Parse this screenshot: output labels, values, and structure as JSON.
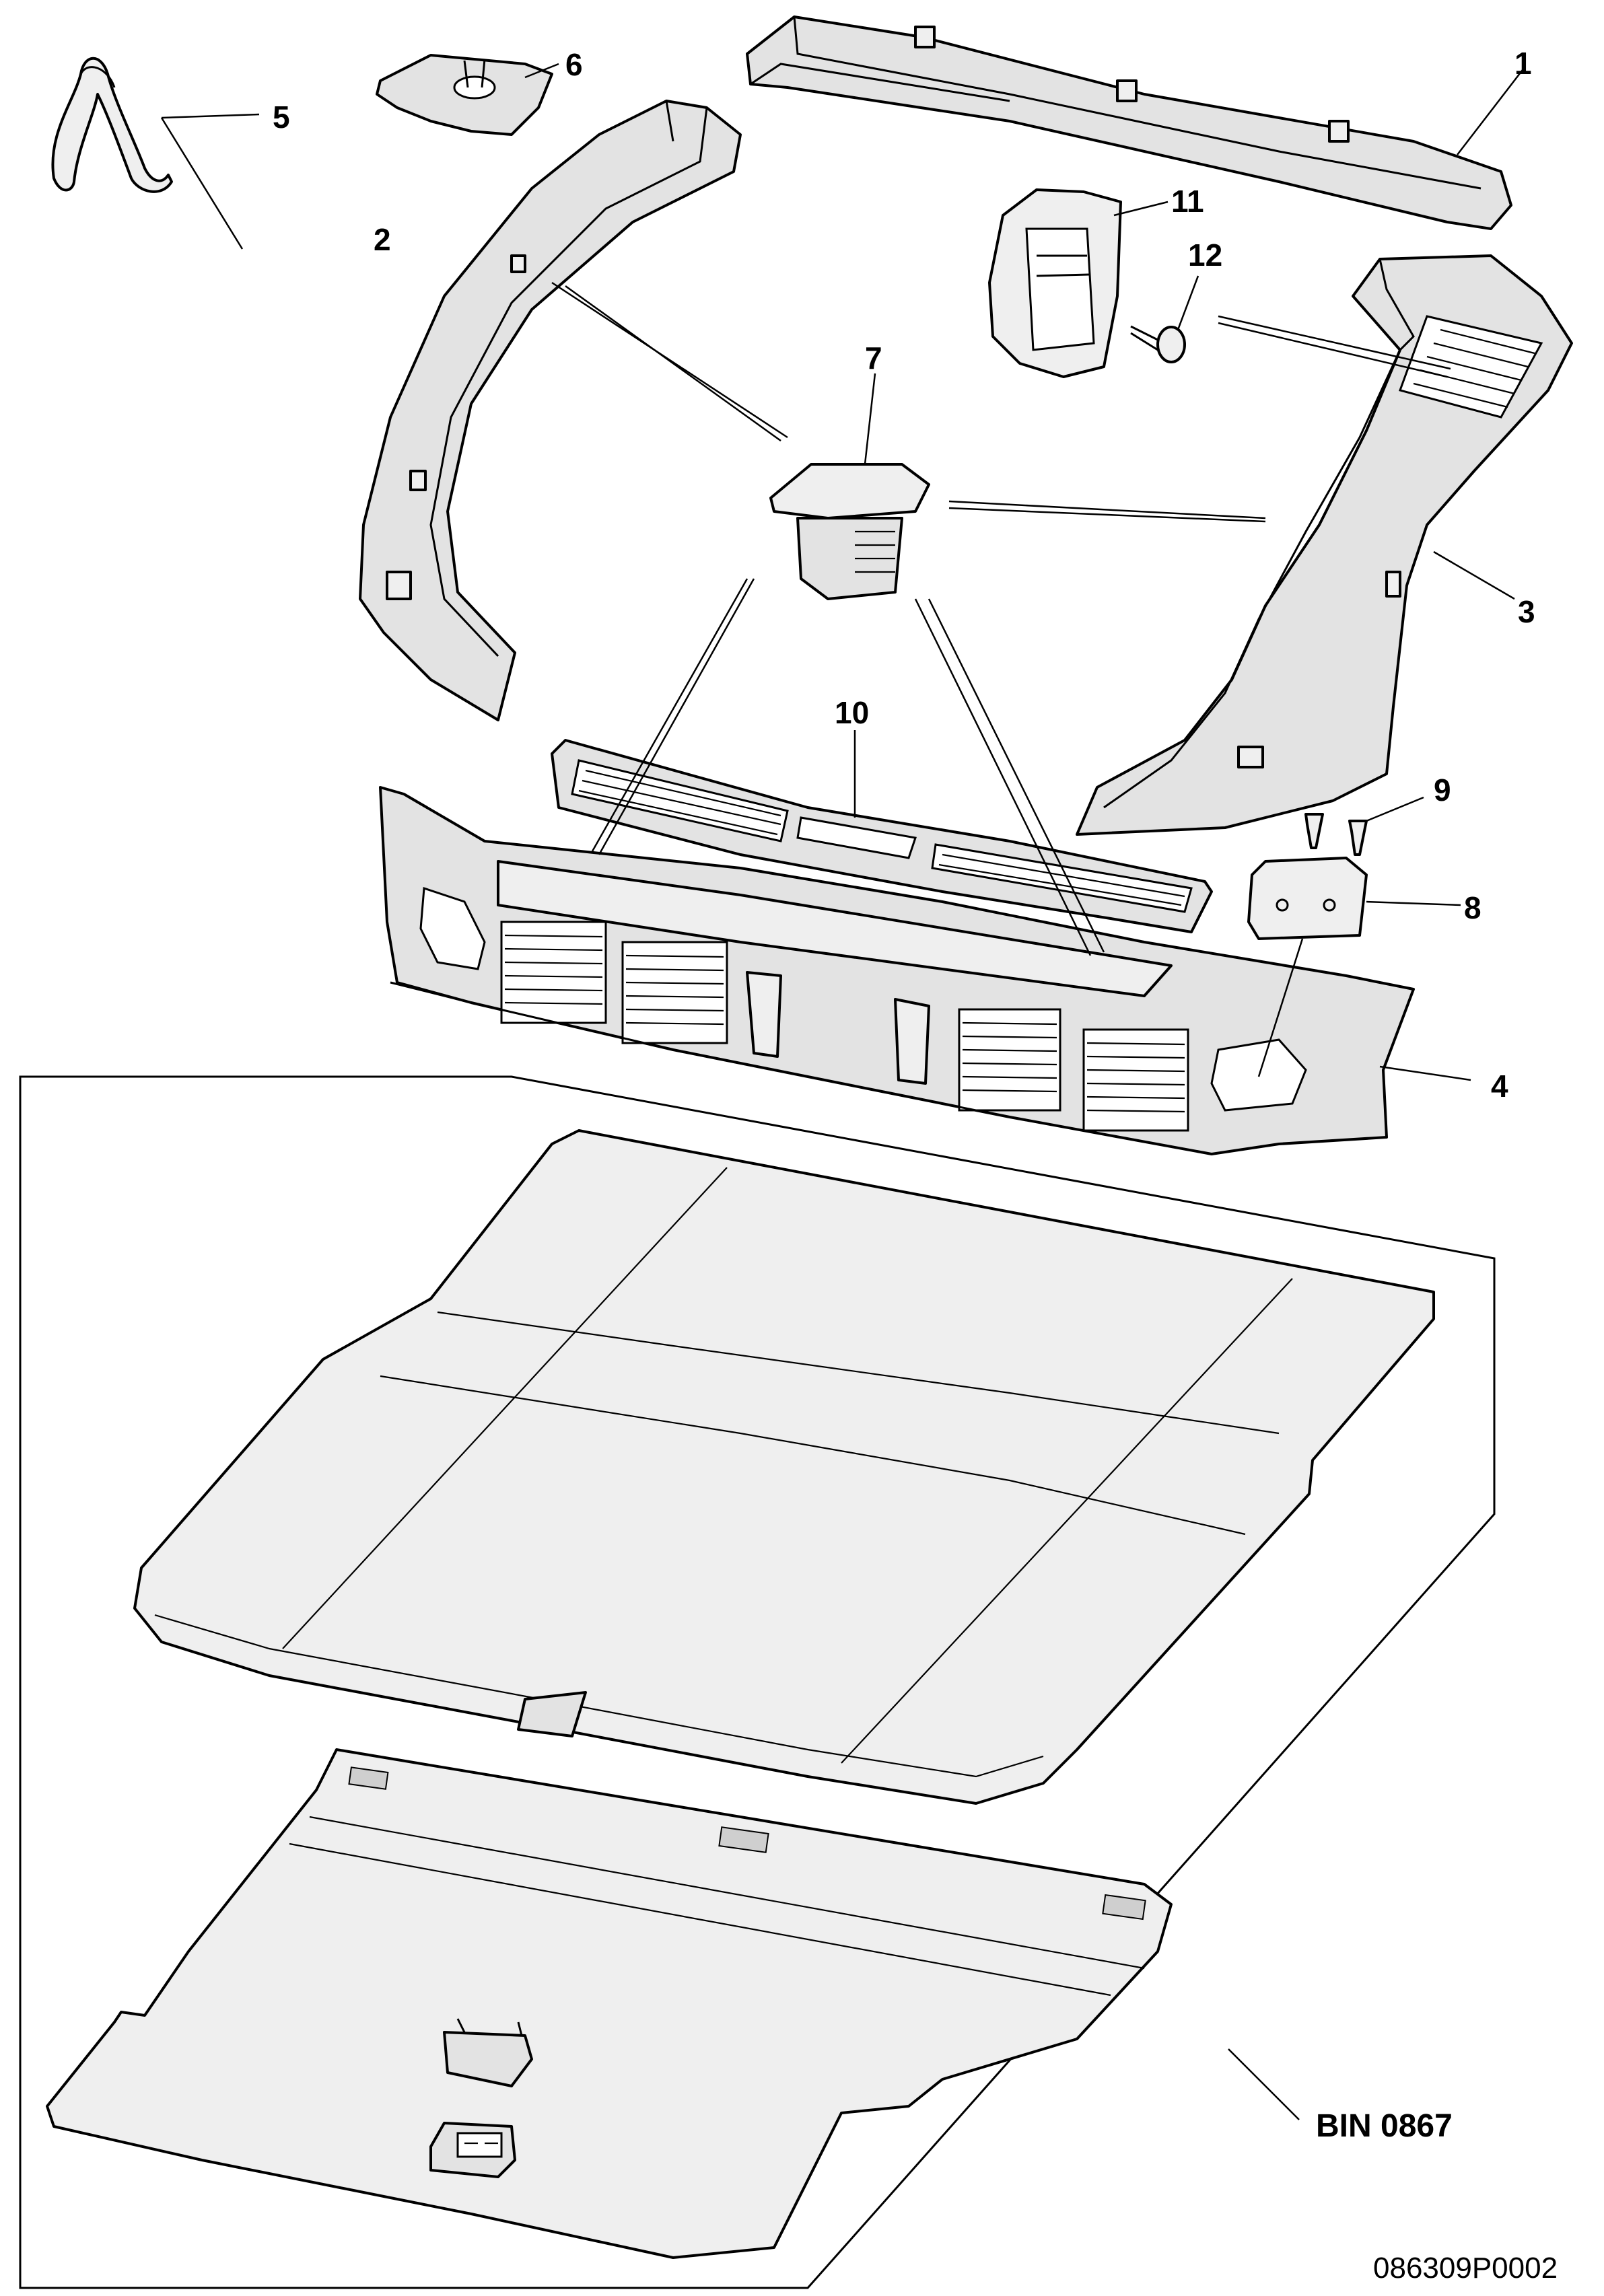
{
  "callouts": [
    {
      "id": "1",
      "label": "1"
    },
    {
      "id": "2",
      "label": "2"
    },
    {
      "id": "3",
      "label": "3"
    },
    {
      "id": "4",
      "label": "4"
    },
    {
      "id": "5",
      "label": "5"
    },
    {
      "id": "6",
      "label": "6"
    },
    {
      "id": "7",
      "label": "7"
    },
    {
      "id": "8",
      "label": "8"
    },
    {
      "id": "9",
      "label": "9"
    },
    {
      "id": "10",
      "label": "10"
    },
    {
      "id": "11",
      "label": "11"
    },
    {
      "id": "12",
      "label": "12"
    }
  ],
  "bin_label": "BIN 0867",
  "document_code": "086309P0002"
}
